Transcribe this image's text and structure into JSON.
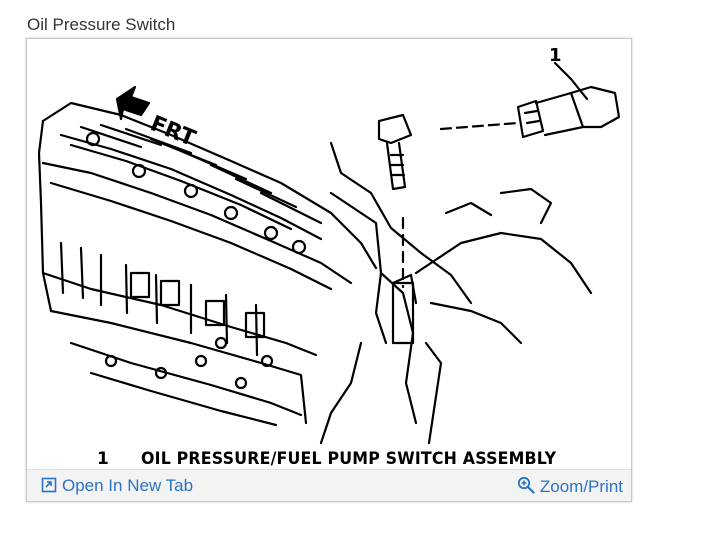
{
  "caption": "Oil Pressure Switch",
  "figure": {
    "callout_number": "1",
    "direction_label": "FRT",
    "legend": [
      {
        "number": "1",
        "text": "OIL PRESSURE/FUEL PUMP SWITCH ASSEMBLY"
      }
    ]
  },
  "toolbar": {
    "open_new_tab": "Open In New Tab",
    "zoom_print": "Zoom/Print",
    "link_color": "#2a73c8"
  }
}
